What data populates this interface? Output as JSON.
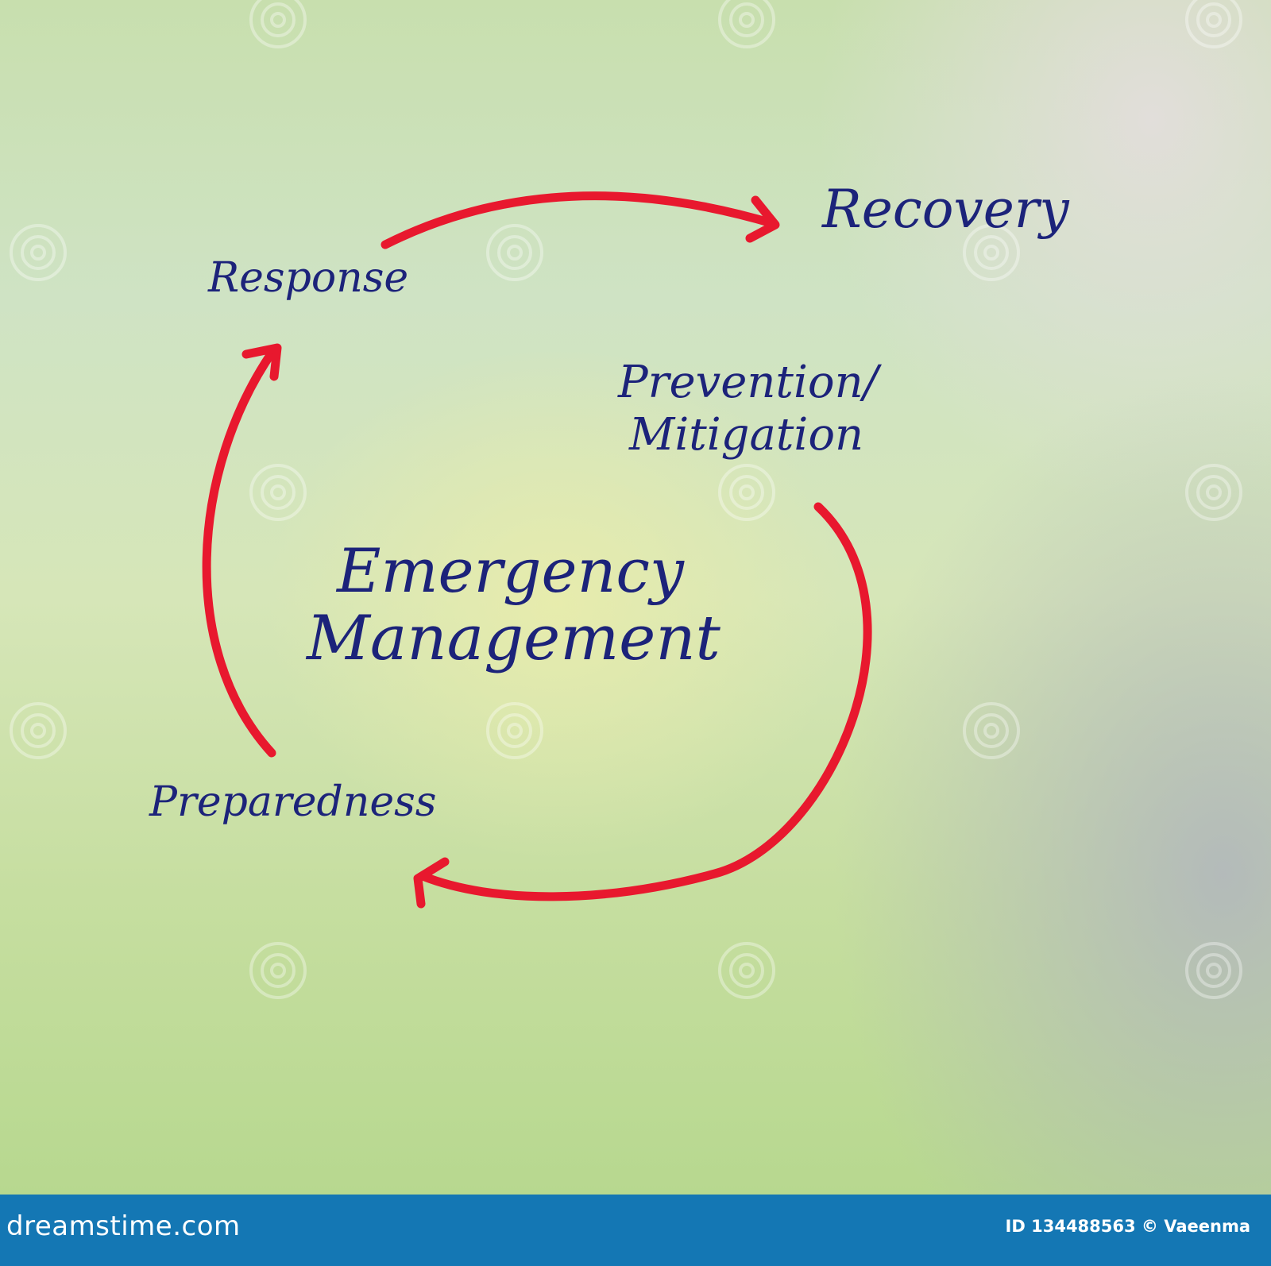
{
  "diagram": {
    "center_line1": "Emergency",
    "center_line2": "Management",
    "stages": {
      "recovery": "Recovery",
      "response": "Response",
      "prevention_line1": "Prevention/",
      "prevention_line2": "Mitigation",
      "preparedness": "Preparedness"
    },
    "colors": {
      "text": "#1c237a",
      "arrow": "#e8182e"
    }
  },
  "footer": {
    "brand": "dreamstime.com",
    "credit": "ID 134488563 © Vaeenma",
    "background": "#1477b4"
  }
}
